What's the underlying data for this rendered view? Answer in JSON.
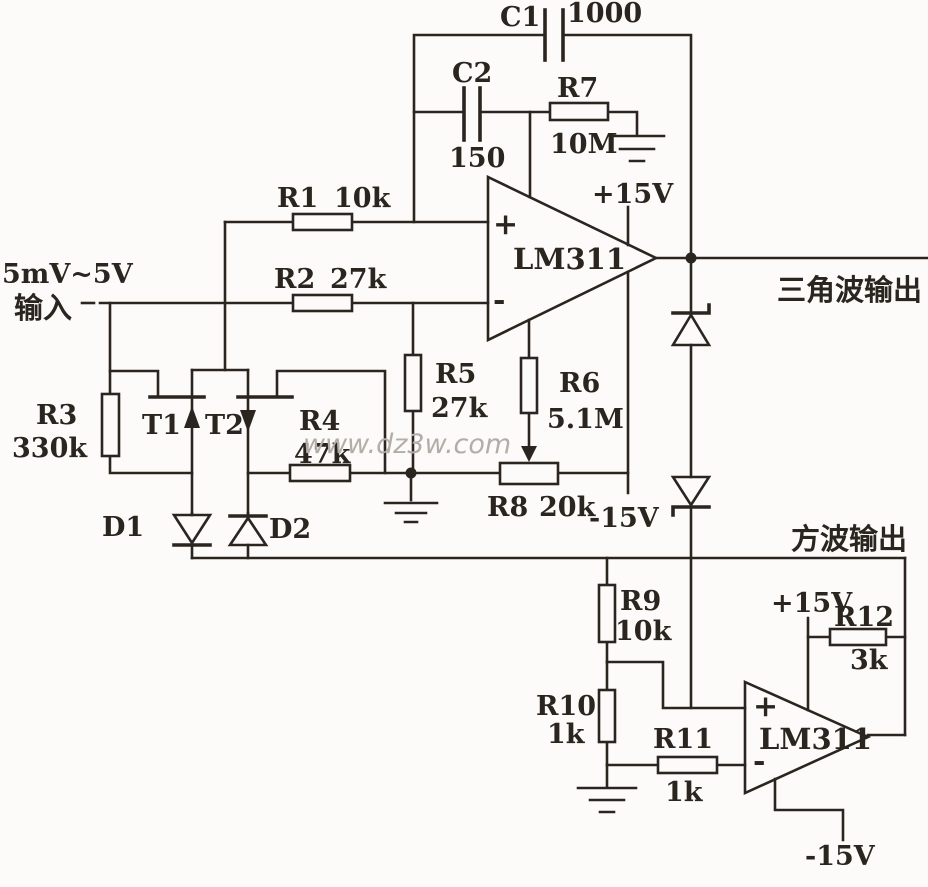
{
  "colors": {
    "ink": "#2b251f",
    "background": "#fcfbf9",
    "watermark": "#b3ada8"
  },
  "watermark": "www.dz3w.com",
  "labels": {
    "input_range": "5mV~5V",
    "input": "输入",
    "triangle_output": "三角波输出",
    "square_output": "方波输出"
  },
  "power": {
    "p15_a": "+15V",
    "m15_a": "-15V",
    "p15_b": "+15V",
    "m15_b": "-15V"
  },
  "parts": {
    "c1": {
      "ref": "C1",
      "value": "1000"
    },
    "c2": {
      "ref": "C2",
      "value": "150"
    },
    "r1": {
      "ref": "R1",
      "value": "10k"
    },
    "r2": {
      "ref": "R2",
      "value": "27k"
    },
    "r3": {
      "ref": "R3",
      "value": "330k"
    },
    "r4": {
      "ref": "R4",
      "value": "47k"
    },
    "r5": {
      "ref": "R5",
      "value": "27k"
    },
    "r6": {
      "ref": "R6",
      "value": "5.1M"
    },
    "r7": {
      "ref": "R7",
      "value": "10M"
    },
    "r8": {
      "ref": "R8",
      "value": "20k"
    },
    "r9": {
      "ref": "R9",
      "value": "10k"
    },
    "r10": {
      "ref": "R10",
      "value": "1k"
    },
    "r11": {
      "ref": "R11",
      "value": "1k"
    },
    "r12": {
      "ref": "R12",
      "value": "3k"
    },
    "t1": {
      "ref": "T1"
    },
    "t2": {
      "ref": "T2"
    },
    "d1": {
      "ref": "D1"
    },
    "d2": {
      "ref": "D2"
    },
    "u1": {
      "ref": "LM311",
      "noninv": "+",
      "inv": "-"
    },
    "u2": {
      "ref": "LM311",
      "noninv": "+",
      "inv": "-"
    }
  }
}
